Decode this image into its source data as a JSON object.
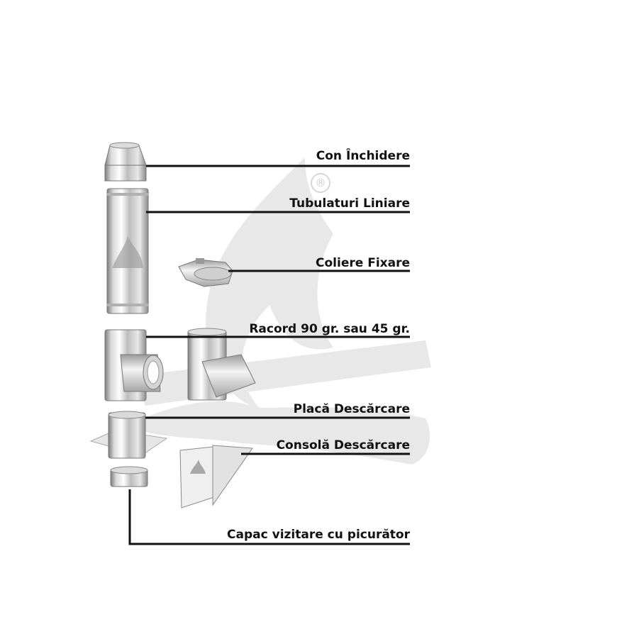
{
  "labels": {
    "con": "Con Închidere",
    "tubulaturi": "Tubulaturi Liniare",
    "coliere": "Coliere Fixare",
    "racord": "Racord 90 gr. sau 45 gr.",
    "placa": "Placă Descărcare",
    "consola": "Consolă Descărcare",
    "capac": "Capac vizitare cu picurător"
  },
  "watermark": {
    "registered_symbol": "®"
  },
  "colors": {
    "line": "#111111",
    "watermark": "#e6e6e6",
    "steel_light": "#f2f2f2",
    "steel_dark": "#8a8a8a"
  }
}
